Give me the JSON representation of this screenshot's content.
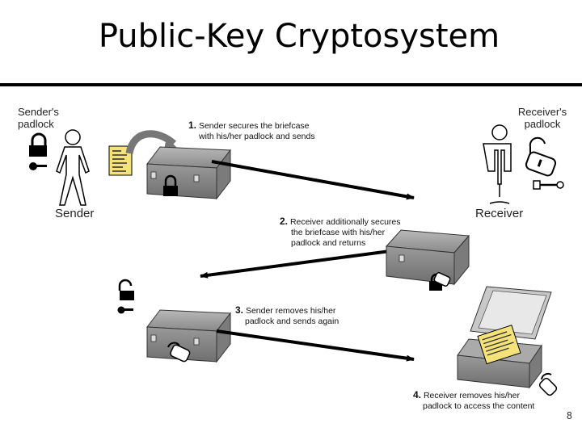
{
  "title": "Public-Key Cryptosystem",
  "sender_padlock_label": "Sender's padlock",
  "receiver_padlock_label": "Receiver's padlock",
  "sender_label": "Sender",
  "receiver_label": "Receiver",
  "steps": [
    {
      "num": "1.",
      "line1": "Sender secures the briefcase",
      "line2": "with his/her padlock and sends"
    },
    {
      "num": "2.",
      "line1": "Receiver additionally secures",
      "line2": "the briefcase with his/her",
      "line3": "padlock and returns"
    },
    {
      "num": "3.",
      "line1": "Sender removes his/her",
      "line2": "padlock and sends again"
    },
    {
      "num": "4.",
      "line1": "Receiver removes his/her",
      "line2": "padlock to access the content"
    }
  ],
  "page_number": "8"
}
